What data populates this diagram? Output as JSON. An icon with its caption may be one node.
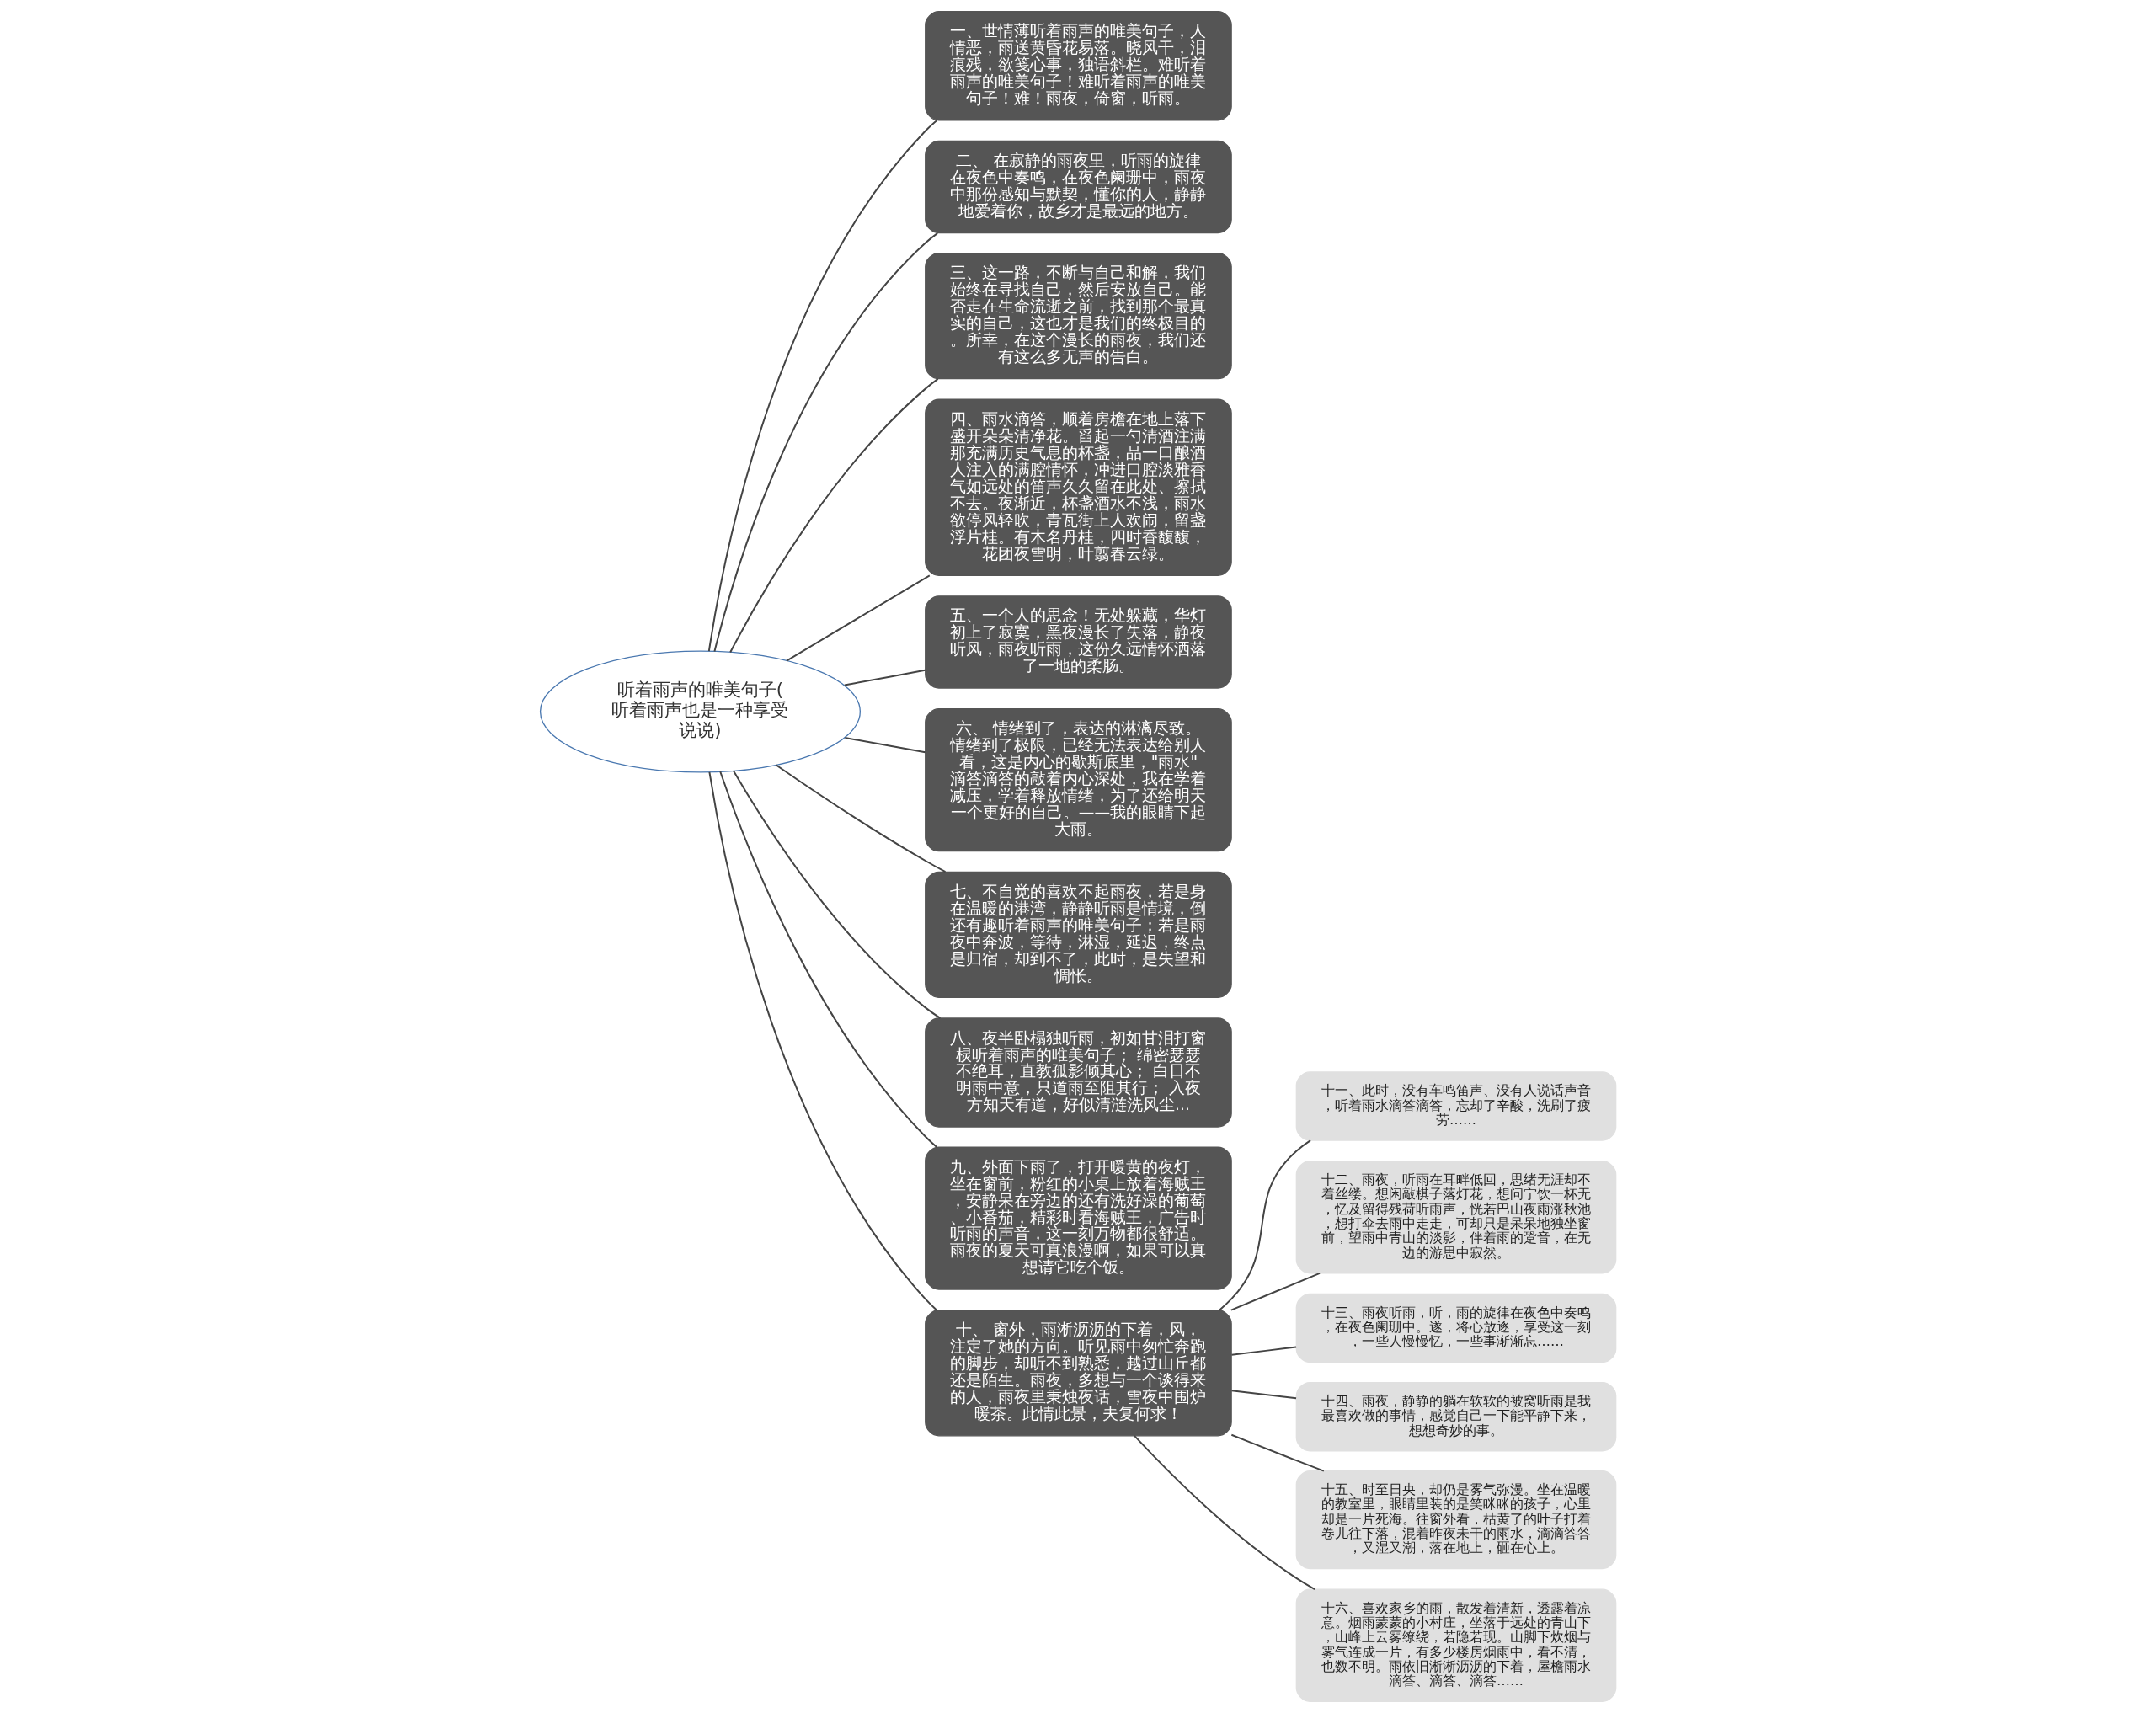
{
  "diagram": {
    "nodes": [
      {
        "text": [
          "听着雨声的唯美句子(听着雨声也是一种享受说说)"
        ]
      },
      {
        "text": [
          "一、世情薄听着雨声的唯美句子，人情恶，雨送黄昏花易落。晓风干，泪痕残，欲笺心事，独语斜栏。难听着雨声的唯美句子！难听着雨声的唯美句子！难！雨夜，倚窗，听雨。"
        ]
      },
      {
        "text": [
          "二、 在寂静的雨夜里，听雨的旋律在夜色中奏鸣，在夜色阑珊中，雨夜中那份感知与默契，懂你的人，静静地爱着你，故乡才是最远的地方。"
        ]
      },
      {
        "text": [
          "三、这一路，不断与自己和解，我们始终在寻找自己，然后安放自己。能否走在生命流逝之前，找到那个最真实的自己，这也才是我们的终极目的。所幸，在这个漫长的雨夜，我们还有这么多无声的告白。"
        ]
      },
      {
        "text": [
          "四、雨水滴答，顺着房檐在地上落下盛开朵朵清净花。舀起一勺清酒注满那充满历史气息的杯盏，品一口酿酒人注入的满腔情怀，冲进口腔淡雅香气如远处的笛声久久留在此处、擦拭不去。夜渐近，杯盏酒水不浅，雨水欲停风轻吹，青瓦街上人欢闹，留盏浮片桂。有木名丹桂，四时香馥馥，花团夜雪明，叶翦春云绿。"
        ]
      },
      {
        "text": [
          "五、一个人的思念！无处躲藏，华灯初上了寂寞，黑夜漫长了失落，静夜听风，雨夜听雨，这份久远情怀洒落了一地的柔肠。"
        ]
      },
      {
        "text": [
          "六、 情绪到了，表达的淋漓尽致。情绪到了极限，已经无法表达给别人看，这是内心的歇斯底里，\"雨水\"滴答滴答的敲着内心深处，我在学着减压，学着释放情绪，为了还给明天一个更好的自己。——我的眼睛下起大雨。"
        ]
      },
      {
        "text": [
          "七、不自觉的喜欢不起雨夜，若是身在温暖的港湾，静静听雨是情境，倒还有趣听着雨声的唯美句子；若是雨夜中奔波，等待，淋湿，延迟，终点是归宿，却到不了，此时，是失望和惆怅。"
        ]
      },
      {
        "text": [
          "八、夜半卧榻独听雨，初如甘泪打窗棂听着雨声的唯美句子； 绵密瑟瑟不绝耳，直教孤影倾其心； 白日不明雨中意，只道雨至阻其行； 入夜方知天有道，好似清涟洗风尘..."
        ]
      },
      {
        "text": [
          "九、外面下雨了，打开暖黄的夜灯，坐在窗前，粉红的小桌上放着海贼王，安静呆在旁边的还有洗好澡的葡萄、小番茄，精彩时看海贼王，广告时听雨的声音，这一刻万物都很舒适。雨夜的夏天可真浪漫啊，如果可以真想请它吃个饭。"
        ]
      },
      {
        "text": [
          "十、 窗外，雨淅沥沥的下着，风，注定了她的方向。听见雨中匆忙奔跑的脚步，却听不到熟悉，越过山丘都还是陌生。雨夜，多想与一个谈得来的人，雨夜里秉烛夜话，雪夜中围炉暖茶。此情此景，夫复何求！"
        ]
      },
      {
        "text": [
          "十一、此时，没有车鸣笛声、没有人说话声音，听着雨水滴答滴答，忘却了辛酸，洗刷了疲劳……"
        ]
      },
      {
        "text": [
          "十二、雨夜，听雨在耳畔低回，思绪无涯却不着丝缕。想闲敲棋子落灯花，想问宁饮一杯无，忆及留得残荷听雨声，恍若巴山夜雨涨秋池，想打伞去雨中走走，可却只是呆呆地独坐窗前，望雨中青山的淡影，伴着雨的跫音，在无边的游思中寂然。"
        ]
      },
      {
        "text": [
          "十三、雨夜听雨，听，雨的旋律在夜色中奏鸣，在夜色阑珊中。遂，将心放逐，享受这一刻，一些人慢慢忆，一些事渐渐忘……"
        ]
      },
      {
        "text": [
          "十四、雨夜，静静的躺在软软的被窝听雨是我最喜欢做的事情，感觉自己一下能平静下来，想想奇妙的事。"
        ]
      },
      {
        "text": [
          "十五、时至日央，却仍是雾气弥漫。坐在温暖的教室里，眼睛里装的是笑眯眯的孩子，心里却是一片死海。往窗外看，枯黄了的叶子打着卷儿往下落，混着昨夜未干的雨水，滴滴答答，又湿又潮，落在地上，砸在心上。"
        ]
      },
      {
        "text": [
          "十六、喜欢家乡的雨，散发着清新，透露着凉意。烟雨蒙蒙的小村庄，坐落于远处的青山下，山峰上云雾缭绕，若隐若现。山脚下炊烟与雾气连成一片，有多少楼房烟雨中，看不清，也数不明。雨依旧淅淅沥沥的下着，屋檐雨水滴答、滴答、滴答……"
        ]
      }
    ],
    "edges": [
      {
        "from": 0,
        "to": 1,
        "arrow": "none"
      },
      {
        "from": 0,
        "to": 2,
        "arrow": "none"
      },
      {
        "from": 0,
        "to": 3,
        "arrow": "none"
      },
      {
        "from": 0,
        "to": 4,
        "arrow": "none"
      },
      {
        "from": 0,
        "to": 5,
        "arrow": "none"
      },
      {
        "from": 0,
        "to": 6,
        "arrow": "none"
      },
      {
        "from": 0,
        "to": 7,
        "arrow": "none"
      },
      {
        "from": 0,
        "to": 8,
        "arrow": "none"
      },
      {
        "from": 0,
        "to": 9,
        "arrow": "none"
      },
      {
        "from": 0,
        "to": 10,
        "arrow": "none"
      },
      {
        "from": 10,
        "to": 11,
        "arrow": "none"
      },
      {
        "from": 10,
        "to": 12,
        "arrow": "none"
      },
      {
        "from": 10,
        "to": 13,
        "arrow": "none"
      },
      {
        "from": 10,
        "to": 14,
        "arrow": "none"
      },
      {
        "from": 10,
        "to": 15,
        "arrow": "none"
      },
      {
        "from": 10,
        "to": 16,
        "arrow": "none"
      }
    ]
  }
}
